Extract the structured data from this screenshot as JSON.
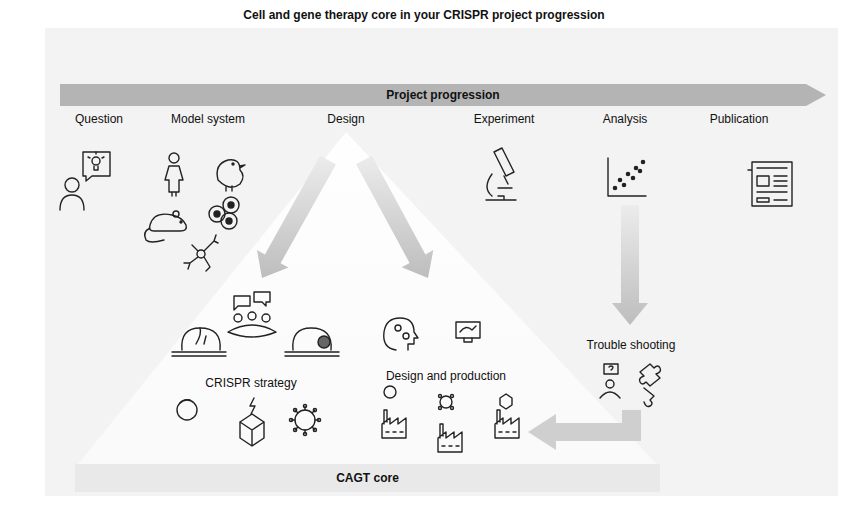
{
  "diagram": {
    "title": "Cell and gene therapy core in your CRISPR project progression",
    "nodes": [
      {
        "text": [
          "Project progression"
        ]
      },
      {
        "text": [
          "CAGT core"
        ]
      }
    ],
    "labels": [
      "Question",
      "Model system",
      "Design",
      "Experiment",
      "Analysis",
      "Publication",
      "CRISPR strategy",
      "Design and production",
      "Trouble shooting"
    ]
  }
}
